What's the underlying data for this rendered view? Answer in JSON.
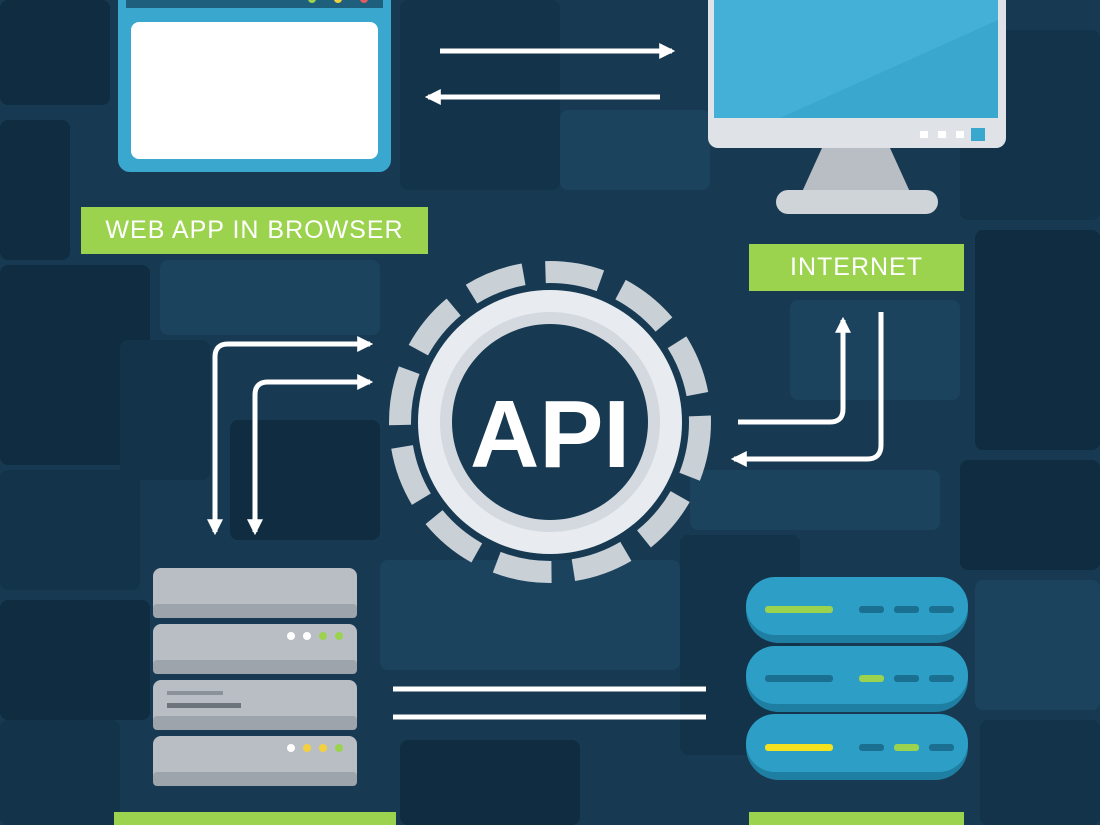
{
  "labels": {
    "web_app": "WEB APP IN BROWSER",
    "internet": "INTERNET",
    "bottom_left": "",
    "bottom_right": ""
  },
  "hub": {
    "text": "API"
  },
  "colors": {
    "background": "#173a52",
    "label_green": "#9bd34f",
    "screen_blue": "#3aa7cf",
    "gear_white": "#e8ecf0",
    "server_gray": "#b9bec4",
    "db_blue": "#2d9fc7"
  },
  "icons": [
    "browser-window-icon",
    "monitor-icon",
    "api-gear-icon",
    "server-rack-icon",
    "database-server-icon"
  ]
}
